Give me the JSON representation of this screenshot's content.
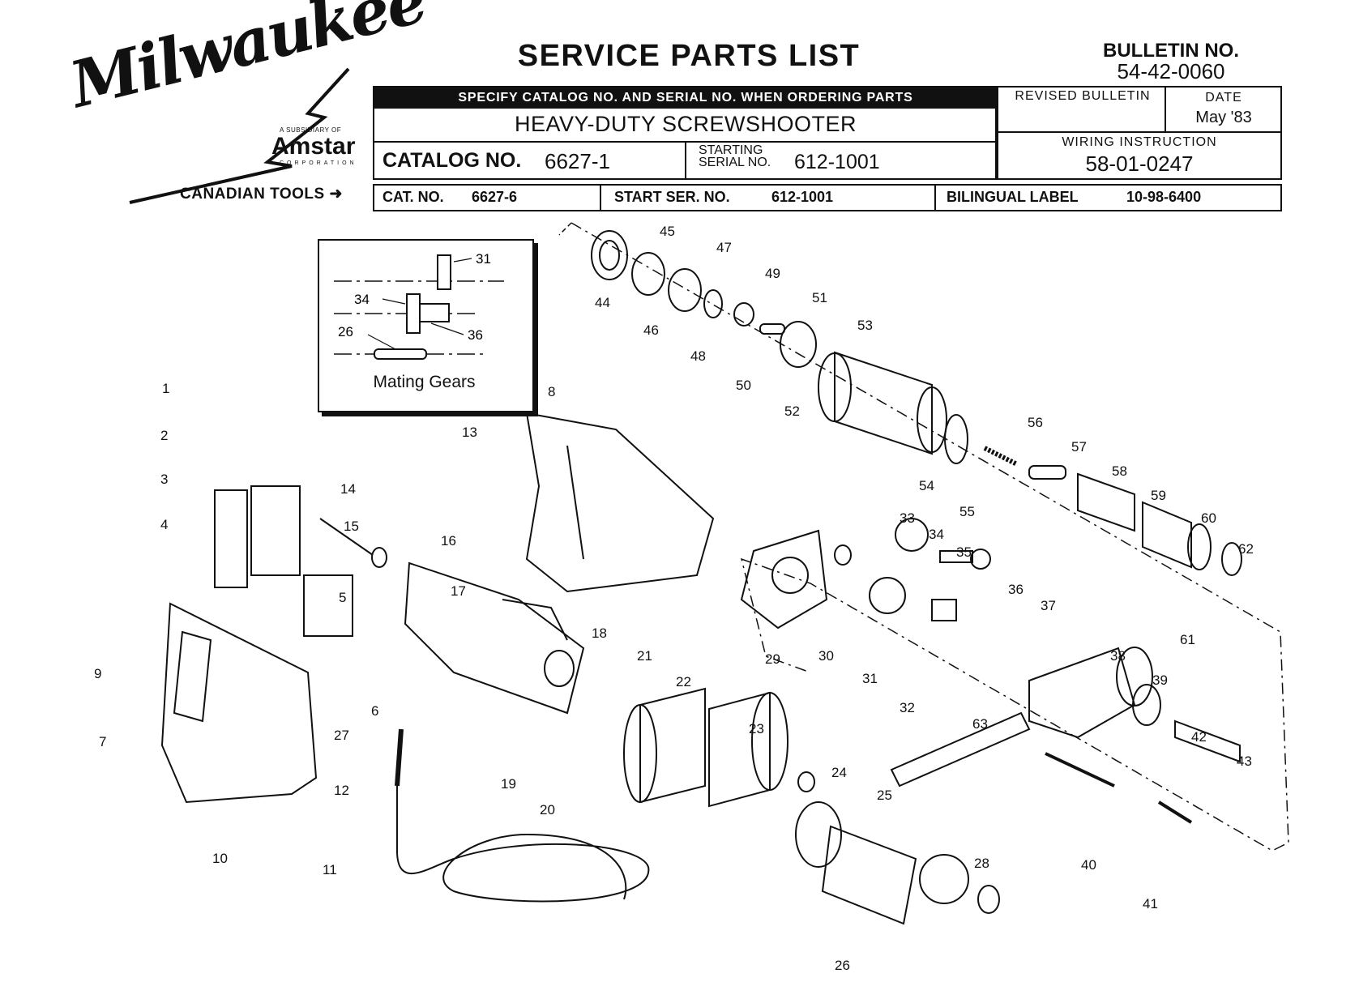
{
  "header": {
    "brand": "Milwaukee",
    "subsidiary_of": "A SUBSIDIARY OF",
    "parent": "Amstar",
    "corporation": "CORPORATION",
    "title": "SERVICE PARTS LIST",
    "bulletin_label": "BULLETIN NO.",
    "bulletin_number": "54-42-0060",
    "ordering_note": "SPECIFY CATALOG NO. AND SERIAL NO. WHEN ORDERING PARTS",
    "product": "HEAVY-DUTY SCREWSHOOTER",
    "revised_bulletin_label": "REVISED BULLETIN",
    "date_label": "DATE",
    "date_value": "May '83",
    "catalog_label": "CATALOG NO.",
    "catalog_value": "6627-1",
    "starting_serial_label_1": "STARTING",
    "starting_serial_label_2": "SERIAL NO.",
    "starting_serial_value": "612-1001",
    "wiring_label": "WIRING INSTRUCTION",
    "wiring_value": "58-01-0247"
  },
  "canadian": {
    "label": "CANADIAN TOOLS",
    "cat_label": "CAT. NO.",
    "cat_value": "6627-6",
    "start_ser_label": "START SER. NO.",
    "start_ser_value": "612-1001",
    "bilingual_label": "BILINGUAL LABEL",
    "bilingual_value": "10-98-6400"
  },
  "inset": {
    "title": "Mating Gears",
    "labels": [
      "31",
      "34",
      "26",
      "36"
    ]
  },
  "callouts": [
    "1",
    "2",
    "3",
    "4",
    "5",
    "6",
    "7",
    "8",
    "9",
    "10",
    "11",
    "12",
    "13",
    "14",
    "15",
    "16",
    "17",
    "18",
    "19",
    "20",
    "21",
    "22",
    "23",
    "24",
    "25",
    "26",
    "27",
    "28",
    "29",
    "30",
    "31",
    "32",
    "33",
    "34",
    "35",
    "36",
    "37",
    "38",
    "39",
    "40",
    "41",
    "42",
    "43",
    "44",
    "45",
    "46",
    "47",
    "48",
    "49",
    "50",
    "51",
    "52",
    "53",
    "54",
    "55",
    "56",
    "57",
    "58",
    "59",
    "60",
    "61",
    "62",
    "63"
  ]
}
